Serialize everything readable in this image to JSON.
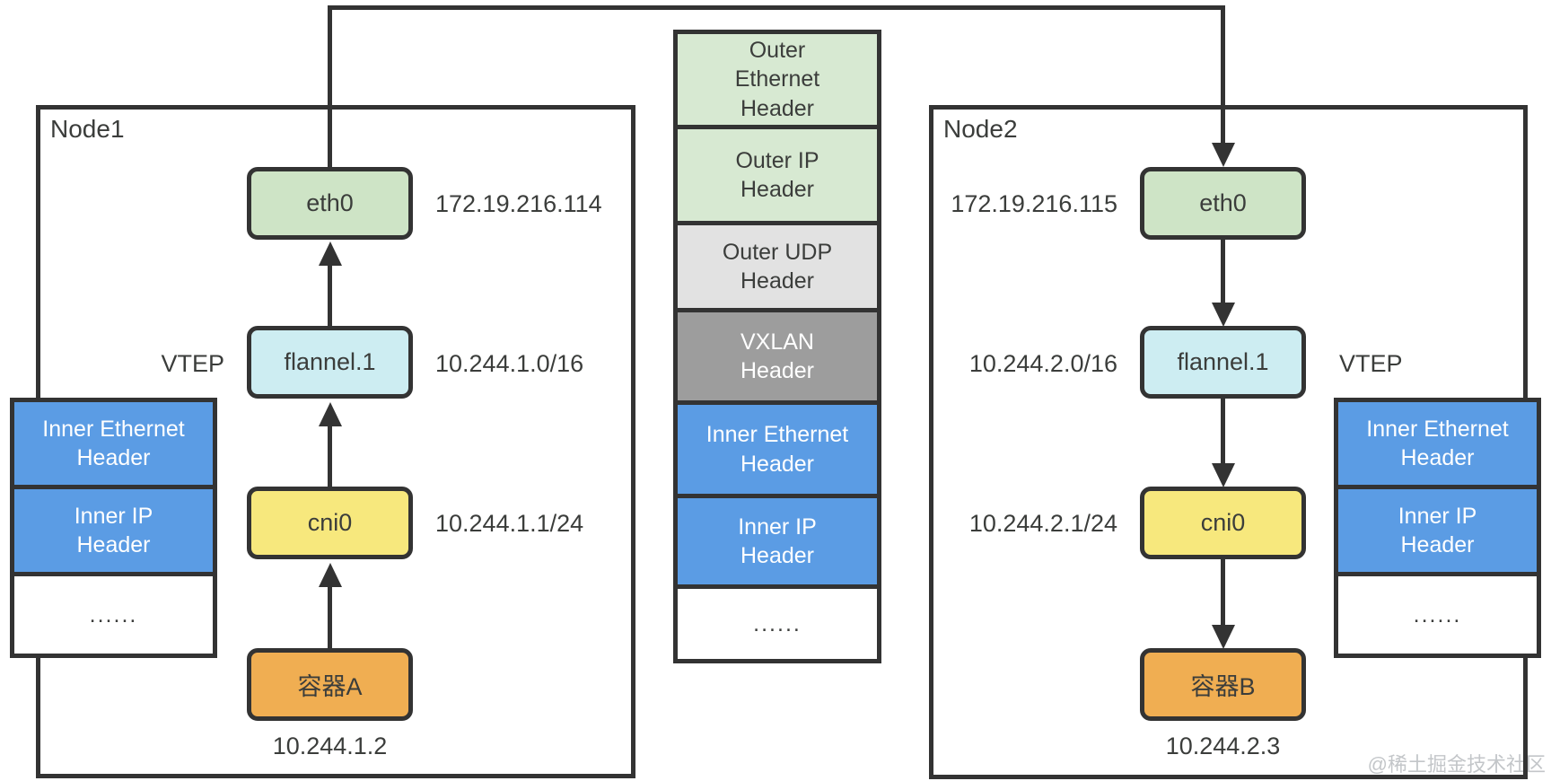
{
  "node1": {
    "label": "Node1",
    "eth0_label": "eth0",
    "eth0_ip": "172.19.216.114",
    "vtep_label": "VTEP",
    "flannel_label": "flannel.1",
    "flannel_cidr": "10.244.1.0/16",
    "cni_label": "cni0",
    "cni_cidr": "10.244.1.1/24",
    "container_label": "容器A",
    "container_ip": "10.244.1.2"
  },
  "node2": {
    "label": "Node2",
    "eth0_label": "eth0",
    "eth0_ip": "172.19.216.115",
    "vtep_label": "VTEP",
    "flannel_label": "flannel.1",
    "flannel_cidr": "10.244.2.0/16",
    "cni_label": "cni0",
    "cni_cidr": "10.244.2.1/24",
    "container_label": "容器B",
    "container_ip": "10.244.2.3"
  },
  "packet_stack": {
    "rows": [
      {
        "lines": [
          "Outer",
          "Ethernet",
          "Header"
        ],
        "color": "#d7e9d2"
      },
      {
        "lines": [
          "Outer IP",
          "Header"
        ],
        "color": "#d7e9d2"
      },
      {
        "lines": [
          "Outer UDP",
          "Header"
        ],
        "color": "#e2e2e2"
      },
      {
        "lines": [
          "VXLAN",
          "Header"
        ],
        "color": "#9d9d9d"
      },
      {
        "lines": [
          "Inner Ethernet",
          "Header"
        ],
        "color": "#5b9ce4"
      },
      {
        "lines": [
          "Inner IP",
          "Header"
        ],
        "color": "#5b9ce4"
      },
      {
        "lines": [
          "......"
        ],
        "color": "#ffffff"
      }
    ]
  },
  "inner_stack": {
    "rows": [
      {
        "lines": [
          "Inner Ethernet",
          "Header"
        ],
        "color": "#5b9ce4"
      },
      {
        "lines": [
          "Inner IP",
          "Header"
        ],
        "color": "#5b9ce4"
      },
      {
        "lines": [
          "......"
        ],
        "color": "#ffffff"
      }
    ]
  },
  "watermark": "@稀土掘金技术社区",
  "colors": {
    "line": "#333333",
    "eth_green": "#cee4c6",
    "outer_green": "#d7e9d2",
    "udp_gray": "#e2e2e2",
    "vxlan_gray": "#9d9d9d",
    "inner_blue": "#5b9ce4",
    "flannel_cyan": "#cdedf2",
    "cni_yellow": "#f7e87d",
    "container_orange": "#f0ae52",
    "text_dark": "#3b3d3b",
    "watermark_gray": "#c3c6c9"
  }
}
